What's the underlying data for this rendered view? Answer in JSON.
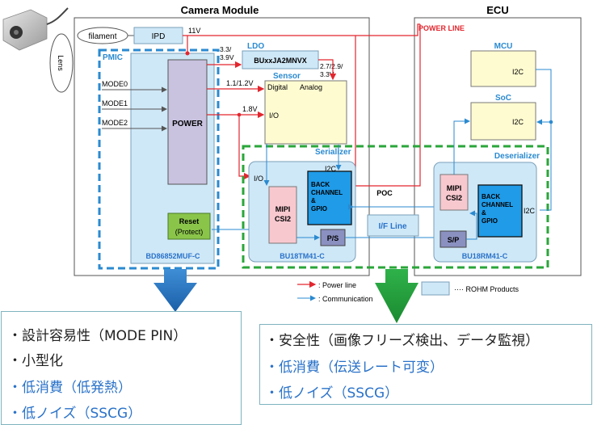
{
  "camera_module": {
    "title": "Camera Module",
    "filament": "filament",
    "lens": "Lens",
    "ipd": "IPD",
    "v11": "11V",
    "pmic": "PMIC",
    "modes": [
      "MODE0",
      "MODE1",
      "MODE2"
    ],
    "power": "POWER",
    "reset": "Reset",
    "protect": "(Protect)",
    "pmic_part": "BD86852MUF-C",
    "ldo": "LDO",
    "ldo_in_line1": "3.3/",
    "ldo_in_line2": "3.9V",
    "ldo_part": "BUxxJA2MNVX",
    "ldo_out_line1": "2.7/2.9/",
    "ldo_out_line2": "3.3V",
    "v_digital": "1.1/1.2V",
    "v_io": "1.8V",
    "sensor": "Sensor",
    "digital": "Digital",
    "analog": "Analog",
    "io": "I/O",
    "serializer": "Serializer",
    "ser_io": "I/O",
    "ser_i2c": "I2C",
    "mipi_1": "MIPI",
    "mipi_2": "CSI2",
    "bc_1": "BACK",
    "bc_2": "CHANNEL",
    "bc_3": "&",
    "bc_4": "GPIO",
    "ps": "P/S",
    "ser_part": "BU18TM41-C"
  },
  "link": {
    "poc": "POC",
    "if_line": "I/F Line"
  },
  "ecu": {
    "title": "ECU",
    "power_line": "POWER LINE",
    "mcu": "MCU",
    "mcu_i2c": "I2C",
    "soc": "SoC",
    "soc_i2c": "I2C",
    "deserializer": "Deserializer",
    "mipi_1": "MIPI",
    "mipi_2": "CSI2",
    "bc_1": "BACK",
    "bc_2": "CHANNEL",
    "bc_3": "&",
    "bc_4": "GPIO",
    "des_i2c": "I2C",
    "sp": "S/P",
    "des_part": "BU18RM41-C"
  },
  "legend": {
    "power": ": Power line",
    "communication": ": Communication",
    "rohm": "···· ROHM Products"
  },
  "features_left": [
    "・設計容易性（MODE PIN）",
    "・小型化",
    "・低消費（低発熱）",
    "・低ノイズ（SSCG）"
  ],
  "features_right": [
    "・安全性（画像フリーズ検出、データ監視）",
    "・低消費（伝送レート可変）",
    "・低ノイズ（SSCG）"
  ],
  "colors": {
    "rohm_fill": "#cfe8f7",
    "accent_blue": "#2a72c9",
    "power_red": "#e3262e",
    "green": "#2aa63a"
  }
}
